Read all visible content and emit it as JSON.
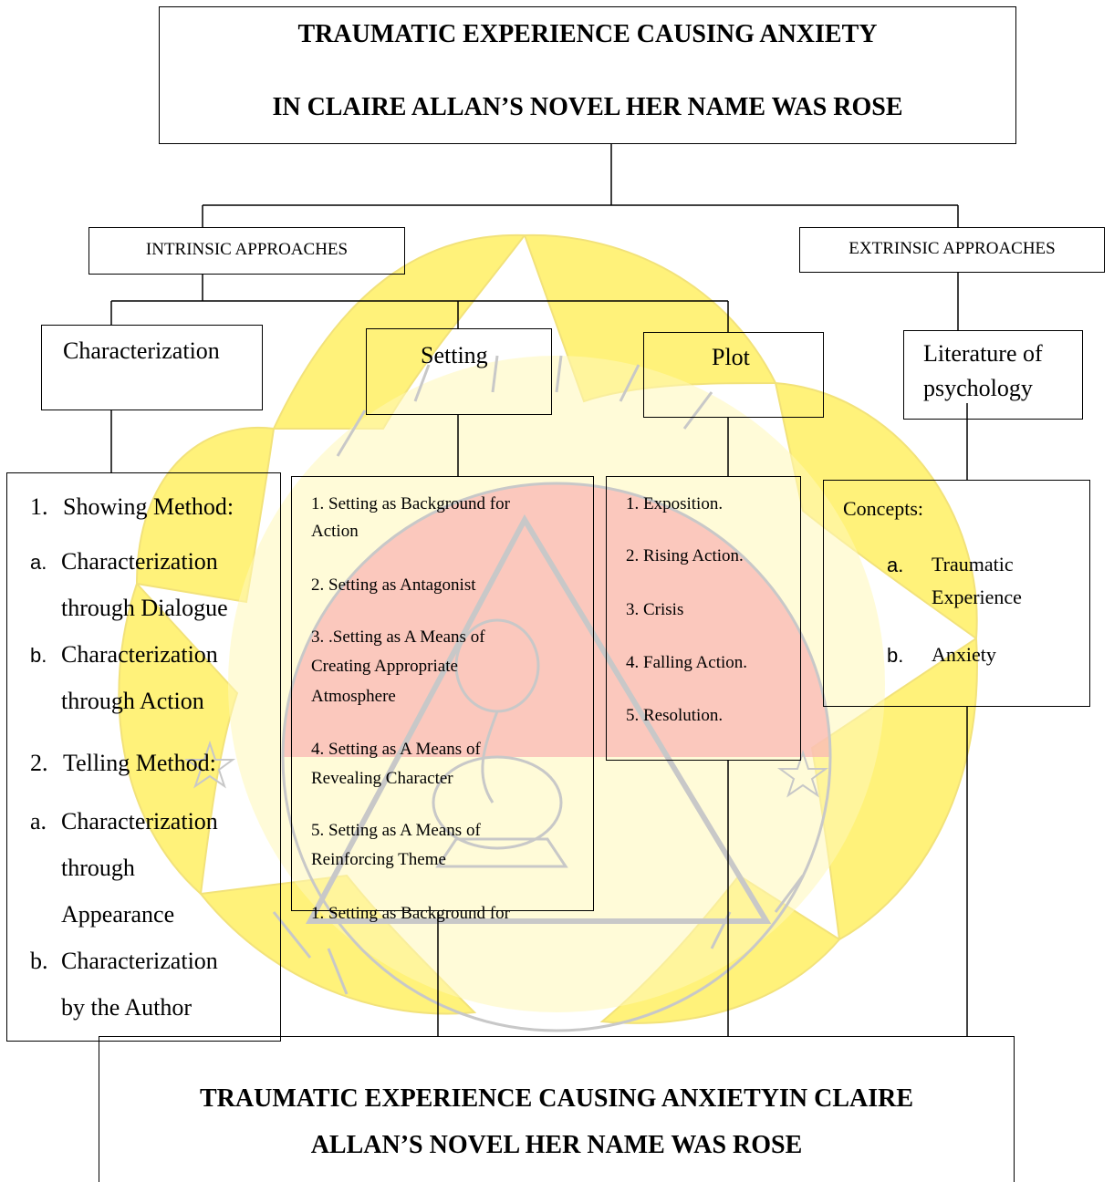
{
  "colors": {
    "watermark_yellow": "#fff27a",
    "watermark_yellow_light": "#fff8b8",
    "watermark_red": "#f9b7b4",
    "watermark_outline": "#c8c8c8",
    "line": "#000000"
  },
  "title_top": {
    "line1": "TRAUMATIC EXPERIENCE CAUSING ANXIETY",
    "line2": "IN CLAIRE ALLAN’S NOVEL HER NAME WAS ROSE"
  },
  "approaches": {
    "intrinsic": "INTRINSIC APPROACHES",
    "extrinsic": "EXTRINSIC APPROACHES"
  },
  "categories": {
    "characterization": "Characterization",
    "setting": "Setting",
    "plot": "Plot",
    "literature_line1": "Literature of",
    "literature_line2": "psychology"
  },
  "characterization": {
    "m1_num": "1.",
    "m1_label": "Showing Method:",
    "a1_letter": "a.",
    "a1_line1": "Characterization",
    "a1_line2": "through Dialogue",
    "b1_letter": "b.",
    "b1_line1": "Characterization",
    "b1_line2": "through Action",
    "m2_num": "2.",
    "m2_label": "Telling Method:",
    "a2_letter": "a.",
    "a2_line1": "Characterization",
    "a2_line2": "through",
    "a2_line3": "Appearance",
    "b2_letter": "b.",
    "b2_line1": "Characterization",
    "b2_line2": "by the Author"
  },
  "setting": {
    "s1_line1": "1. Setting as Background for",
    "s1_line2": "Action",
    "s2": "2. Setting as Antagonist",
    "s3_line1": "3. .Setting as A Means of",
    "s3_line2": "Creating Appropriate",
    "s3_line3": "Atmosphere",
    "s4_line1": "4. Setting as A Means of",
    "s4_line2": "Revealing Character",
    "s5_line1": "5. Setting as A Means of",
    "s5_line2": "Reinforcing Theme",
    "overflow": "1. Setting as Background for"
  },
  "plot": {
    "p1": "1. Exposition.",
    "p2": "2. Rising Action.",
    "p3": "3. Crisis",
    "p4": "4. Falling Action.",
    "p5": "5. Resolution."
  },
  "concepts": {
    "heading": "Concepts:",
    "a_letter": "a.",
    "a_line1": "Traumatic",
    "a_line2": "Experience",
    "b_letter": "b.",
    "b_label": "Anxiety"
  },
  "title_bottom": {
    "line1": "TRAUMATIC EXPERIENCE CAUSING ANXIETYIN CLAIRE",
    "line2": "ALLAN’S NOVEL HER NAME WAS ROSE"
  }
}
